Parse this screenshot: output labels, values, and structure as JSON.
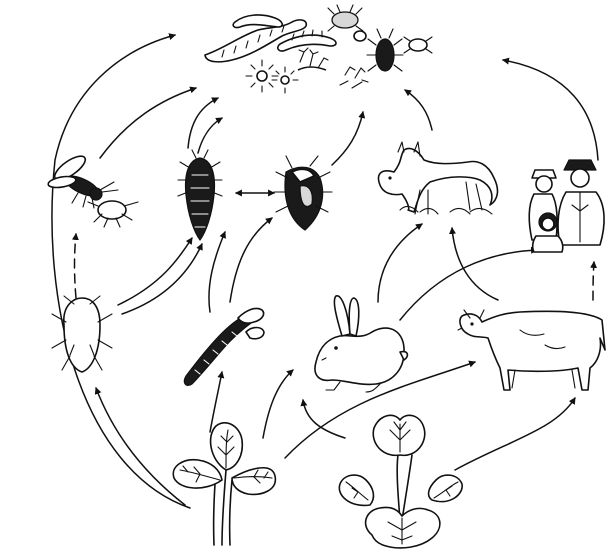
{
  "organisms": [
    {
      "id": "decomposers",
      "icon": "decomposers-icon"
    },
    {
      "id": "wasp",
      "icon": "wasp-icon"
    },
    {
      "id": "aphid",
      "icon": "aphid-icon"
    },
    {
      "id": "ladybug-larva",
      "icon": "ladybug-larva-icon"
    },
    {
      "id": "stink-bug",
      "icon": "stink-bug-icon"
    },
    {
      "id": "caterpillar",
      "icon": "caterpillar-icon"
    },
    {
      "id": "clover",
      "icon": "clover-icon"
    },
    {
      "id": "rabbit",
      "icon": "rabbit-icon"
    },
    {
      "id": "coyote",
      "icon": "coyote-icon"
    },
    {
      "id": "cow",
      "icon": "cow-icon"
    },
    {
      "id": "forb",
      "icon": "forb-icon"
    },
    {
      "id": "humans",
      "icon": "humans-icon"
    }
  ],
  "links": [
    {
      "from": "clover",
      "to": "aphid",
      "style": "solid"
    },
    {
      "from": "clover",
      "to": "caterpillar",
      "style": "solid"
    },
    {
      "from": "clover",
      "to": "rabbit",
      "style": "solid"
    },
    {
      "from": "clover",
      "to": "cow",
      "style": "solid"
    },
    {
      "from": "clover",
      "to": "decomposers",
      "style": "solid"
    },
    {
      "from": "forb",
      "to": "rabbit",
      "style": "solid"
    },
    {
      "from": "forb",
      "to": "cow",
      "style": "solid"
    },
    {
      "from": "aphid",
      "to": "wasp",
      "style": "dashed"
    },
    {
      "from": "aphid",
      "to": "ladybug-larva",
      "style": "solid"
    },
    {
      "from": "aphid",
      "to": "ladybug-larva",
      "style": "solid"
    },
    {
      "from": "caterpillar",
      "to": "ladybug-larva",
      "style": "solid"
    },
    {
      "from": "caterpillar",
      "to": "stink-bug",
      "style": "solid"
    },
    {
      "from": "ladybug-larva",
      "to": "stink-bug",
      "style": "double"
    },
    {
      "from": "wasp",
      "to": "decomposers",
      "style": "solid"
    },
    {
      "from": "ladybug-larva",
      "to": "decomposers",
      "style": "solid"
    },
    {
      "from": "stink-bug",
      "to": "decomposers",
      "style": "solid"
    },
    {
      "from": "coyote",
      "to": "decomposers",
      "style": "solid"
    },
    {
      "from": "humans",
      "to": "decomposers",
      "style": "solid"
    },
    {
      "from": "rabbit",
      "to": "coyote",
      "style": "solid"
    },
    {
      "from": "rabbit",
      "to": "humans",
      "style": "solid"
    },
    {
      "from": "cow",
      "to": "coyote",
      "style": "solid"
    },
    {
      "from": "cow",
      "to": "humans",
      "style": "dashed"
    }
  ]
}
